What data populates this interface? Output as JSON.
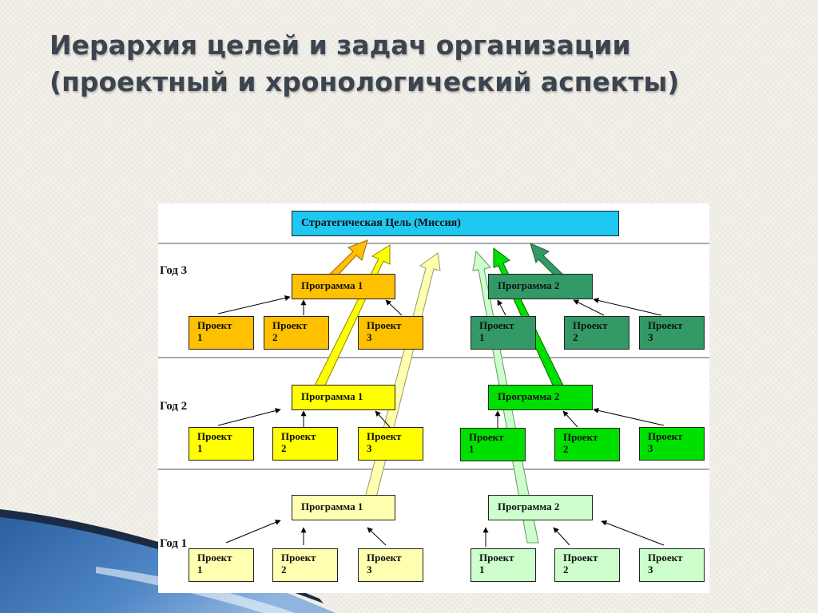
{
  "title": {
    "line1": "Иерархия целей и задач организации",
    "line2": "(проектный и хронологический аспекты)"
  },
  "diagram": {
    "mission": "Стратегическая Цель (Миссия)",
    "years": {
      "y3": "Год 3",
      "y2": "Год 2",
      "y1": "Год 1"
    },
    "program_label": {
      "p1": "Программа 1",
      "p2": "Программа 2"
    },
    "project_label": {
      "pr1": "Проект\n1",
      "pr2": "Проект\n2",
      "pr3": "Проект\n3"
    }
  },
  "colors": {
    "mission": "#1ec8f0",
    "orange": "#ffc000",
    "yellow": "#ffff00",
    "pale_yellow": "#ffffb0",
    "dark_green": "#339966",
    "green": "#00e000",
    "pale_green": "#ccffcc"
  }
}
